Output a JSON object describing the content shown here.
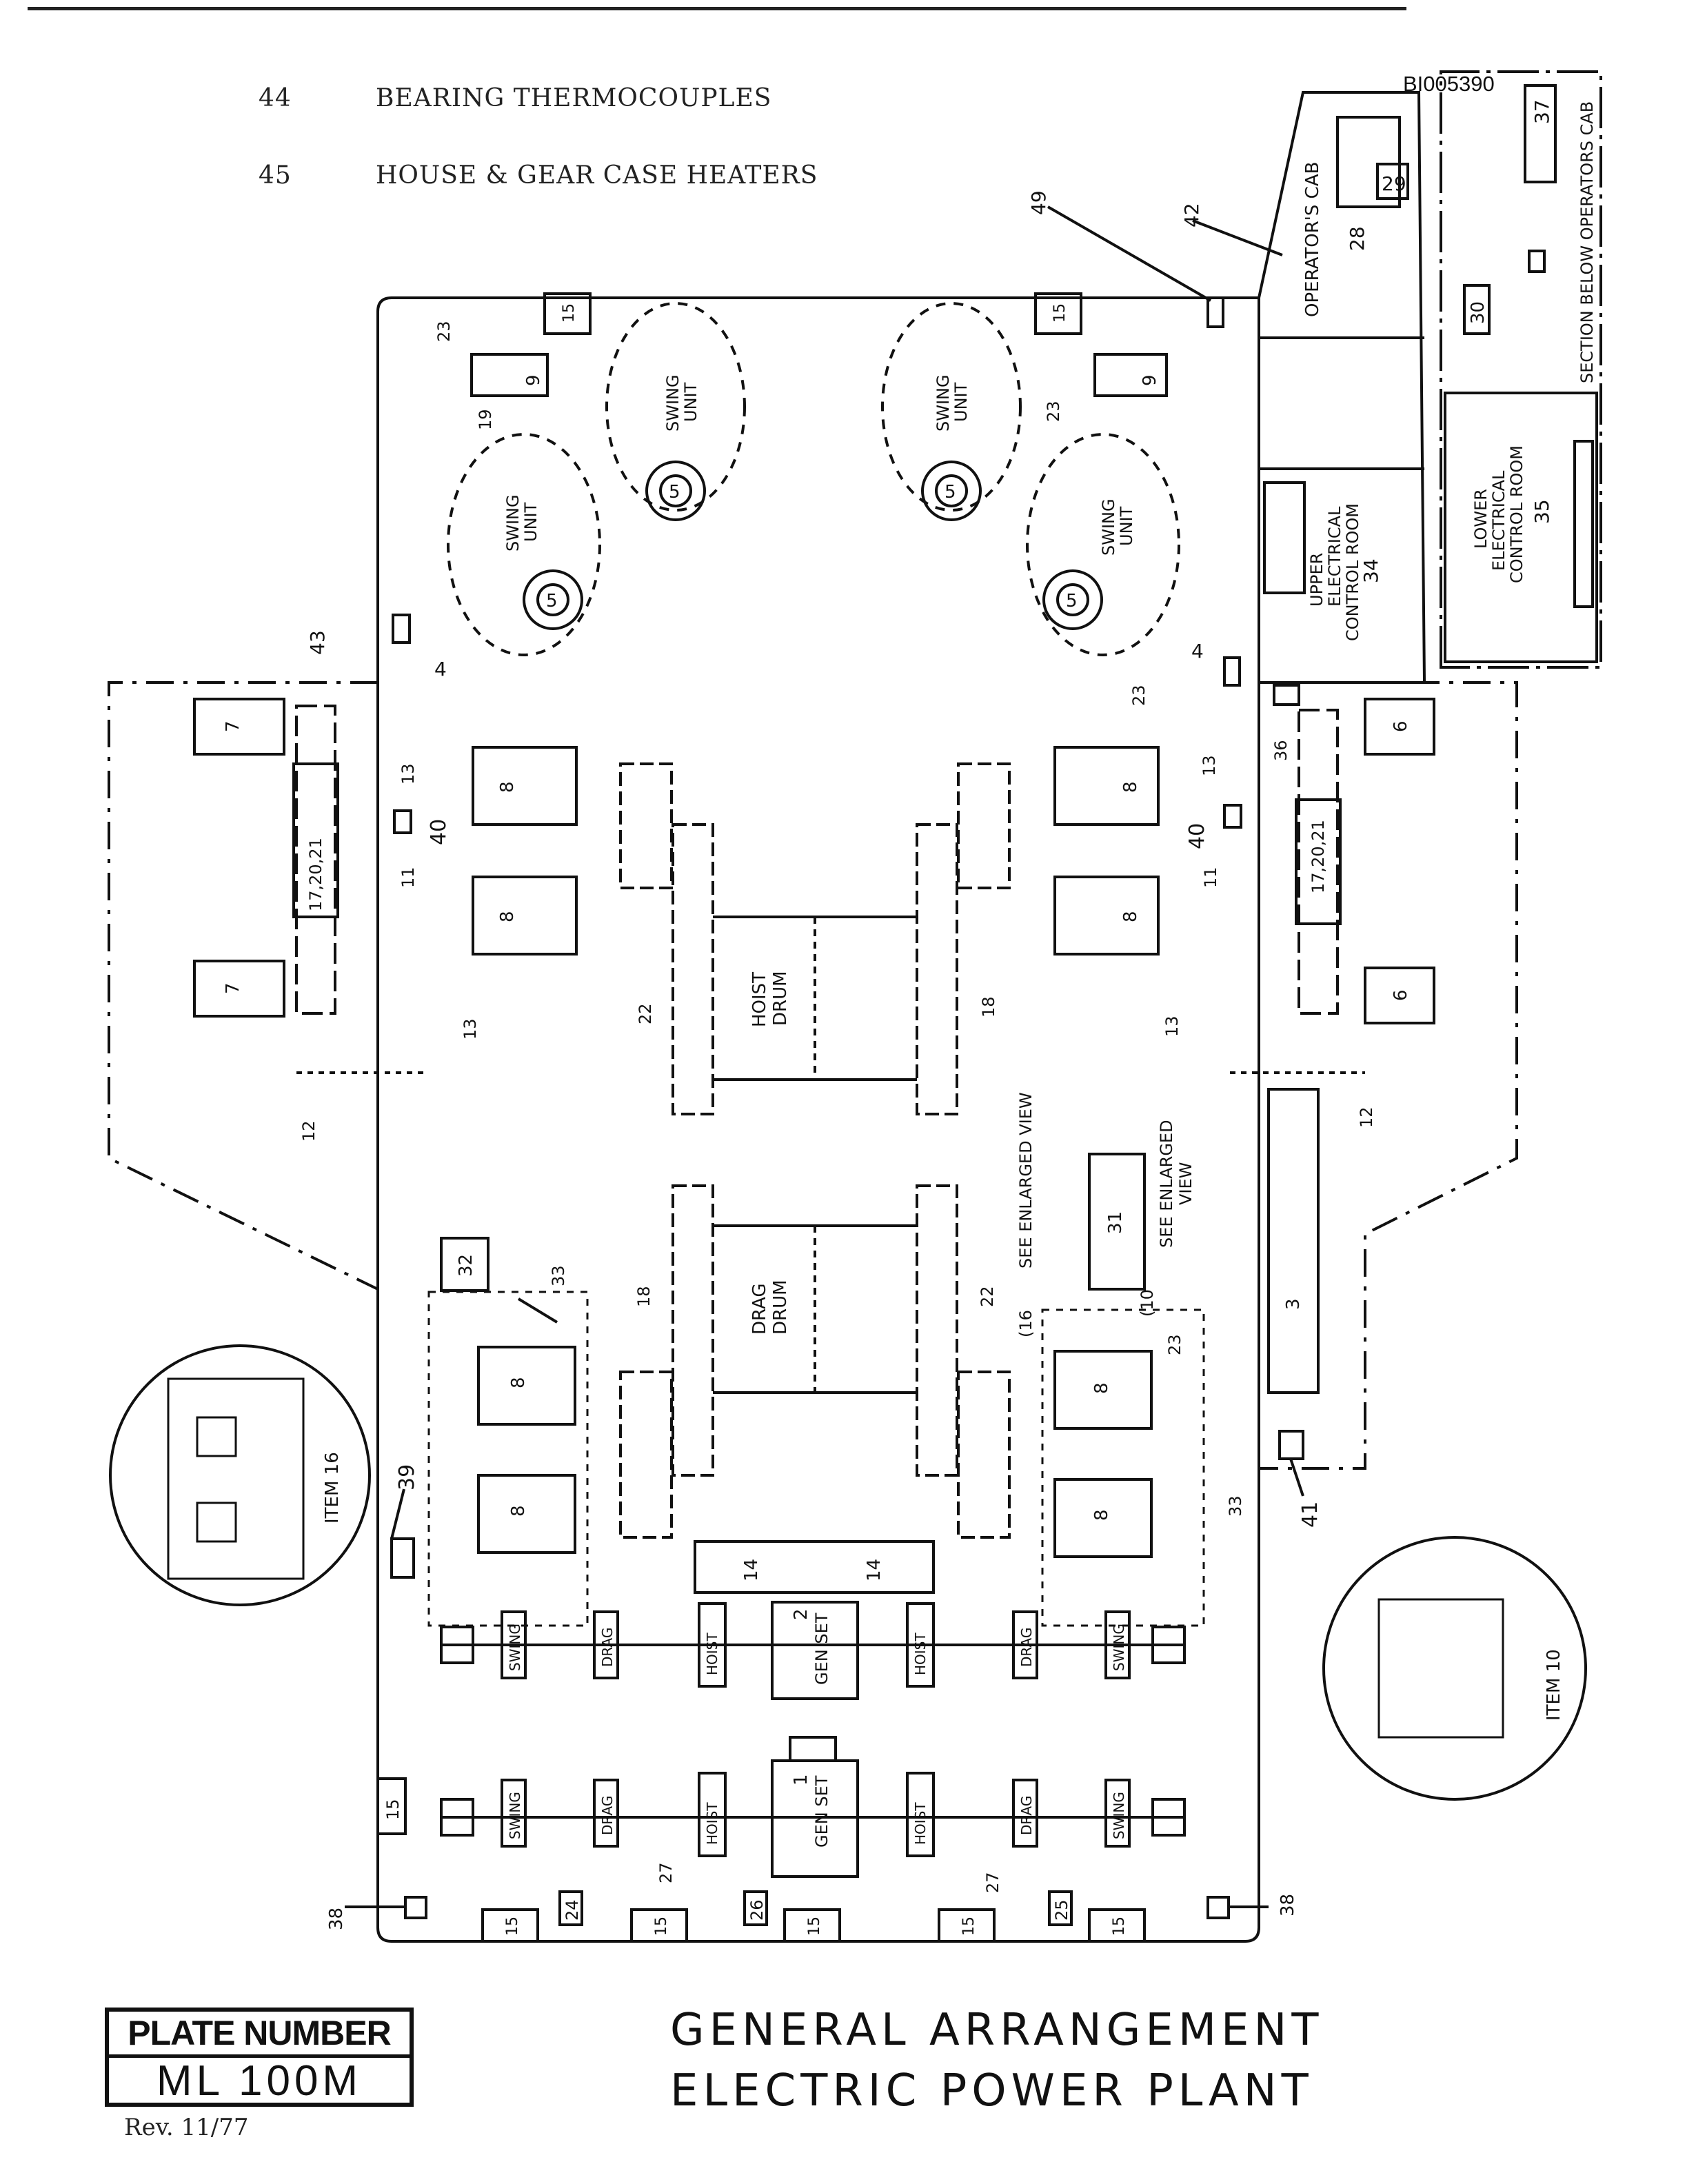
{
  "doc_id": "BI005390",
  "legend": [
    {
      "num": "44",
      "text": "BEARING THERMOCOUPLES"
    },
    {
      "num": "45",
      "text": "HOUSE & GEAR CASE HEATERS"
    }
  ],
  "plate": {
    "header": "PLATE NUMBER",
    "number": "ML 100M"
  },
  "revision": "Rev. 11/77",
  "title": {
    "line1": "GENERAL ARRANGEMENT",
    "line2": "ELECTRIC POWER PLANT"
  },
  "areas": {
    "operators_cab": "OPERATOR'S CAB",
    "operators_cab_num": "28",
    "upper_room": [
      "UPPER",
      "ELECTRICAL",
      "CONTROL ROOM"
    ],
    "upper_room_num": "34",
    "lower_room": [
      "LOWER",
      "ELECTRICAL",
      "CONTROL ROOM"
    ],
    "lower_room_num": "35",
    "section_note": "SECTION BELOW OPERATORS CAB",
    "swing_unit": [
      "SWING",
      "UNIT"
    ],
    "hoist_drum": [
      "HOIST",
      "DRUM"
    ],
    "drag_drum": [
      "DRAG",
      "DRUM"
    ],
    "gen_set": "GEN SET",
    "swing": "SWING",
    "drag": "DRAG",
    "hoist": "HOIST",
    "see_enlarged_view": "SEE ENLARGED VIEW",
    "see_enlarged_view_2": [
      "SEE ENLARGED",
      "VIEW"
    ],
    "item16": "ITEM 16",
    "item10": "ITEM 10"
  },
  "callouts": {
    "n2": "2",
    "n1": "1",
    "n3": "3",
    "n4": "4",
    "n5": "5",
    "n6": "6",
    "n7": "7",
    "n8": "8",
    "n9": "9",
    "n10": "(10",
    "n11": "11",
    "n12": "12",
    "n13": "13",
    "n14": "14",
    "n15": "15",
    "n16": "(16",
    "n17": "17,20,21",
    "n18": "18",
    "n19": "19",
    "n22": "22",
    "n23": "23",
    "n24": "24",
    "n25": "25",
    "n26": "26",
    "n27": "27",
    "n29": "29",
    "n30": "30",
    "n31": "31",
    "n32": "32",
    "n33": "33",
    "n36": "36",
    "n37": "37",
    "n38": "38",
    "n39": "39",
    "n40": "40",
    "n41": "41",
    "n42": "42",
    "n43": "43",
    "n49": "49"
  }
}
